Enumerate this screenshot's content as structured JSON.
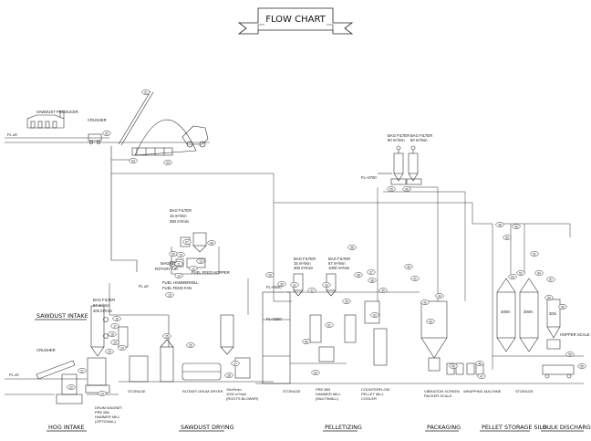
{
  "title": "FLOW CHART",
  "sections": {
    "sawdust_intake": "SAWDUST INTAKE",
    "hog_intake": "HOG INTAKE",
    "sawdust_drying": "SAWDUST DRYING",
    "pelletizing": "PELLETIZING",
    "packaging": "PACKAGING",
    "pellet_storage_silo": "PELLET STORAGE SILO",
    "bulk_discharge": "BULK DISCHARGE"
  },
  "labels": {
    "sawdust_producer": "SAWDUST PRODUCER",
    "crusher_top": "CRUSHER",
    "fl_top": "FL ±0",
    "fl_4700": "FL+4700",
    "bag_filter_top1": "BAG FILTER",
    "bag_filter_top1_spec": "80 m²/min",
    "bag_filter_top2": "BAG FILTER",
    "bag_filter_top2_spec": "80 m²/min",
    "bag_filter_dryer": "BAG FILTER",
    "bag_filter_dryer_spec1": "15 m²/min",
    "bag_filter_dryer_spec2": "350 m²/min",
    "magnet": "MAGNET",
    "rotary_air": "ROTARY AIR",
    "fuel_hammermill": "FUEL HAMMERMILL",
    "fuel_feed_hopper": "FUEL FEED HOPPER",
    "fuel_feed_fan": "FUEL FEED FAN",
    "fl_dryer": "FL ±0",
    "bag_filter_intake": "BAG FILTER",
    "bag_filter_intake_spec1": "67 m²/min",
    "bag_filter_intake_spec2": "400 m²/min",
    "crusher_hog": "CRUSHER",
    "fl_hog": "FL ±0",
    "drum_magnet": "DRUM MAGNET",
    "pre_bin": "PRE BIN",
    "hammer_mill": "HAMMER MILL",
    "optional": "(OPTIONAL)",
    "storage_1": "STORAGE",
    "rotary_drum_dryer": "ROTARY DRUM DRYER",
    "fan_spec1": "15m³/min",
    "fan_spec2": "1000 m³/min",
    "roots_blower": "(ROOTS BLOWER)",
    "fl_6000": "FL+6000",
    "fl_3250": "FL+3250",
    "bag_filter_pel1": "BAG FILTER",
    "bag_filter_pel1_spec1": "15 m²/min",
    "bag_filter_pel1_spec2": "300 m²/min",
    "bag_filter_pel2": "BAG FILTER",
    "bag_filter_pel2_spec1": "67 m²/min",
    "bag_filter_pel2_spec2": "1000 m²/min",
    "storage_2": "STORAGE",
    "pre_bin_2": "PRE BIN",
    "hammer_mill_2": "HAMMER MILL",
    "multiwall": "(MULTIWALL)",
    "counterflow": "COUNTERFLOW",
    "pellet_mill": "PELLET MILL",
    "cooler": "COOLER",
    "vibration_screen": "VIBRATION SCREEN",
    "packer_scale": "PACKER SCALE",
    "wrapping_machine": "WRAPPING MACHINE",
    "storage_3": "STORAGE",
    "silo_1": "300m",
    "silo_2": "300m",
    "silo_3": "30m",
    "hopper_scale": "HOPPER SCALE"
  },
  "equipment_numbers": [
    "01",
    "02",
    "03",
    "04",
    "05",
    "06",
    "07",
    "08",
    "09",
    "10",
    "11",
    "12",
    "13",
    "14",
    "15",
    "16",
    "17",
    "18",
    "19",
    "20",
    "21",
    "22",
    "23",
    "24",
    "25",
    "26",
    "27",
    "28",
    "29",
    "30",
    "31",
    "32",
    "33",
    "34",
    "35",
    "36",
    "37",
    "38",
    "39",
    "40",
    "41",
    "42",
    "43",
    "44",
    "45",
    "46",
    "47",
    "48",
    "49",
    "50",
    "51",
    "52",
    "53",
    "54",
    "55",
    "56",
    "57",
    "58",
    "59",
    "60",
    "61",
    "62",
    "63"
  ]
}
